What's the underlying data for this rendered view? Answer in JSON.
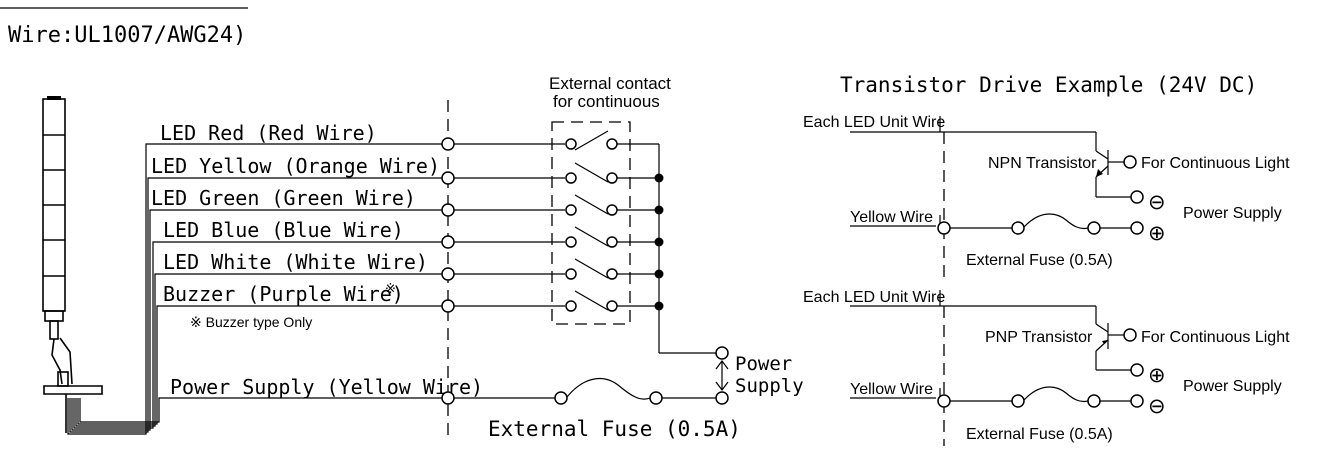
{
  "header": {
    "wire_spec": "Wire:UL1007/AWG24)"
  },
  "left_diagram": {
    "wires": [
      "LED Red (Red Wire)",
      "LED Yellow (Orange Wire)",
      "LED Green (Green Wire)",
      "LED Blue (Blue Wire)",
      "LED White (White Wire)",
      "Buzzer (Purple Wire)",
      "Power Supply (Yellow Wire)"
    ],
    "buzzer_mark": "※",
    "buzzer_note": "※ Buzzer type Only",
    "external_contact_line1": "External contact",
    "external_contact_line2": "for continuous",
    "power_line1": "Power",
    "power_line2": "Supply",
    "fuse_label": "External Fuse (0.5A)"
  },
  "right_diagram": {
    "title": "Transistor Drive Example (24V DC)",
    "npn": {
      "unit_wire": "Each LED Unit Wire",
      "transistor": "NPN Transistor",
      "continuous": "For Continuous Light",
      "yellow_wire": "Yellow Wire",
      "power": "Power Supply",
      "fuse": "External Fuse (0.5A)",
      "upper_symbol": "⊖",
      "lower_symbol": "⊕"
    },
    "pnp": {
      "unit_wire": "Each LED Unit Wire",
      "transistor": "PNP Transistor",
      "continuous": "For Continuous Light",
      "yellow_wire": "Yellow Wire",
      "power": "Power Supply",
      "fuse": "External Fuse (0.5A)",
      "upper_symbol": "⊕",
      "lower_symbol": "⊖"
    }
  }
}
